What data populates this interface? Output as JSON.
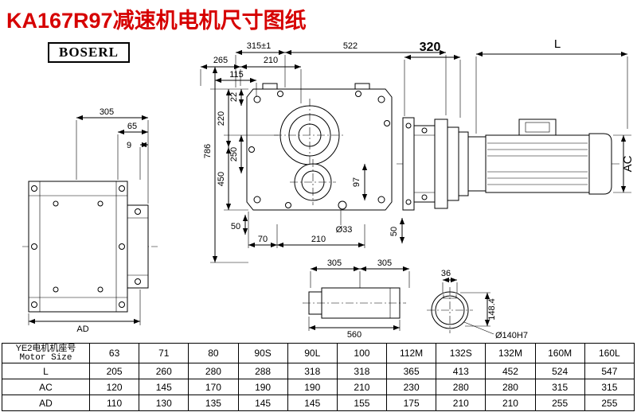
{
  "page": {
    "title": "KA167R97减速机电机尺寸图纸",
    "brand": "BOSERL"
  },
  "dims": {
    "left_305": "305",
    "left_65": "65",
    "left_9": "9",
    "left_ad": "AD",
    "front_315": "315±1",
    "front_522": "522",
    "front_265": "265",
    "front_210t": "210",
    "front_115": "115",
    "front_22": "22",
    "front_220": "220",
    "front_250": "250",
    "front_450": "450",
    "front_786": "786",
    "front_97": "97",
    "front_50l": "50",
    "front_70": "70",
    "front_210b": "210",
    "front_d33": "Ø33",
    "front_50r": "50",
    "motor_320": "320",
    "motor_L": "L",
    "motor_AC": "AC",
    "shaft_305a": "305",
    "shaft_305b": "305",
    "shaft_560": "560",
    "shaft_36": "36",
    "shaft_148": "148.4",
    "shaft_d140": "Ø140H7"
  },
  "table": {
    "header_cn": "YE2电机机座号",
    "header_en": "Motor Size",
    "sizes": [
      "63",
      "71",
      "80",
      "90S",
      "90L",
      "100",
      "112M",
      "132S",
      "132M",
      "160M",
      "160L"
    ],
    "rows": [
      {
        "label": "L",
        "values": [
          "205",
          "260",
          "280",
          "288",
          "318",
          "318",
          "365",
          "413",
          "452",
          "524",
          "547"
        ]
      },
      {
        "label": "AC",
        "values": [
          "120",
          "145",
          "170",
          "190",
          "190",
          "210",
          "230",
          "280",
          "280",
          "315",
          "315"
        ]
      },
      {
        "label": "AD",
        "values": [
          "110",
          "130",
          "135",
          "145",
          "145",
          "155",
          "175",
          "210",
          "210",
          "255",
          "255"
        ]
      }
    ]
  }
}
